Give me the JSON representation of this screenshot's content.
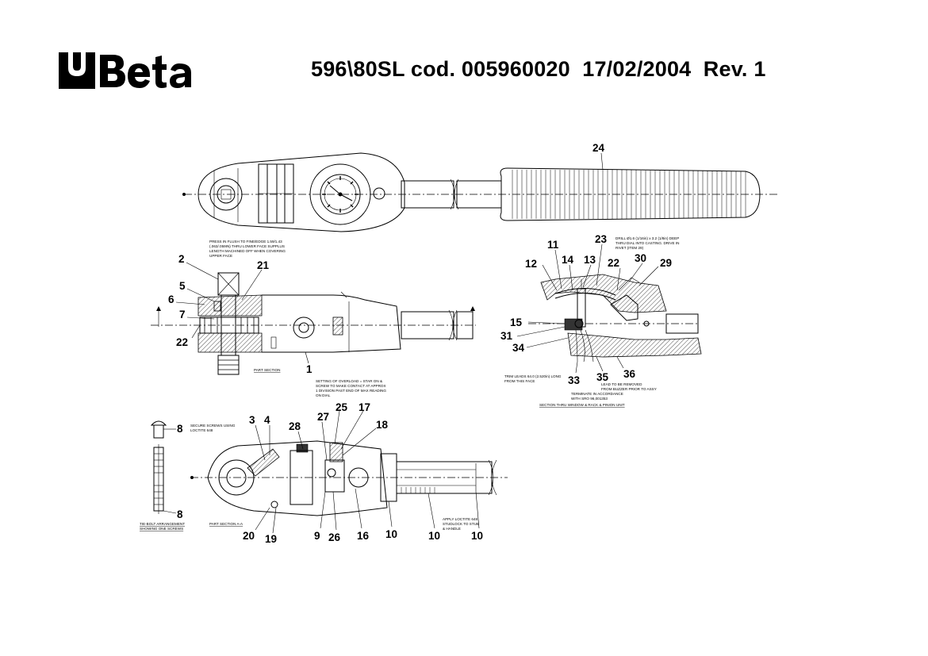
{
  "brand": {
    "name": "Beta"
  },
  "header": {
    "title": "596\\80SL cod. 005960020  17/02/2004  Rev. 1"
  },
  "labels": {
    "n24": "24",
    "n2": "2",
    "n21": "21",
    "n5": "5",
    "n6": "6",
    "n7": "7",
    "n22a": "22",
    "n1": "1",
    "n11": "11",
    "n23": "23",
    "n12": "12",
    "n14": "14",
    "n13": "13",
    "n22b": "22",
    "n30": "30",
    "n29": "29",
    "n15": "15",
    "n31": "31",
    "n34": "34",
    "n33": "33",
    "n35": "35",
    "n36": "36",
    "n8a": "8",
    "n8b": "8",
    "n3": "3",
    "n4": "4",
    "n28": "28",
    "n27": "27",
    "n25": "25",
    "n17": "17",
    "n18": "18",
    "n20": "20",
    "n19": "19",
    "n9": "9",
    "n26": "26",
    "n16": "16",
    "n10a": "10",
    "n10b": "10",
    "n10c": "10"
  },
  "notes": {
    "press_l1": "PRESS IN FLUSH TO FINE/EDGE 1.59/1.43",
    "press_l2": "(.063/.059IN) THRU LOWER FACE SUPPLUS",
    "press_l3": "LENGTH MACHINED OFF WHEN COVERING",
    "press_l4": "UPPER FACE",
    "part_section_a": "PART SECTION",
    "setting_l1": "SETTING OF OVERLOAD = STAR ON &",
    "setting_l2": "SCREW TO MAKE CONTACT AT APPROX",
    "setting_l3": "1 DIVISION PAST END OF MAX READING",
    "setting_l4": "ON DIAL",
    "drill_l1": "DRILL Ø1.6 (1/16in) x 3.2 (1/8in) DEEP",
    "drill_l2": "THRU DIAL INTO CASTING. DRIVE IN",
    "drill_l3": "RIVET (ITEM 29)",
    "trim_l1": "TRIM LEADS 64.0 (2.520in) LONG",
    "trim_l2": "FROM THIS FACE",
    "lead_l1": "LEAD TO BE REMOVED",
    "lead_l2": "FROM BUZZER PRIOR TO ASSY",
    "terminate_l1": "TERMINATE IN ACCORDANCE",
    "terminate_l2": "WITH SRO 96,001353",
    "section_thru": "SECTION THRU WINDOW & RACK & PINION UNIT",
    "secure_l1": "SECURE SCREWS USING",
    "secure_l2": "LOCTITE 648",
    "tiebolt_l1": "TIE-BOLT ARRANGEMENT",
    "tiebolt_l2": "SHOWING ONE SCREWS",
    "part_section_aa": "PART SECTION A-A",
    "apply_l1": "APPLY LOCTITE 648",
    "apply_l2": "STUDLOCK TO STUB",
    "apply_l3": "& HANDLE"
  }
}
